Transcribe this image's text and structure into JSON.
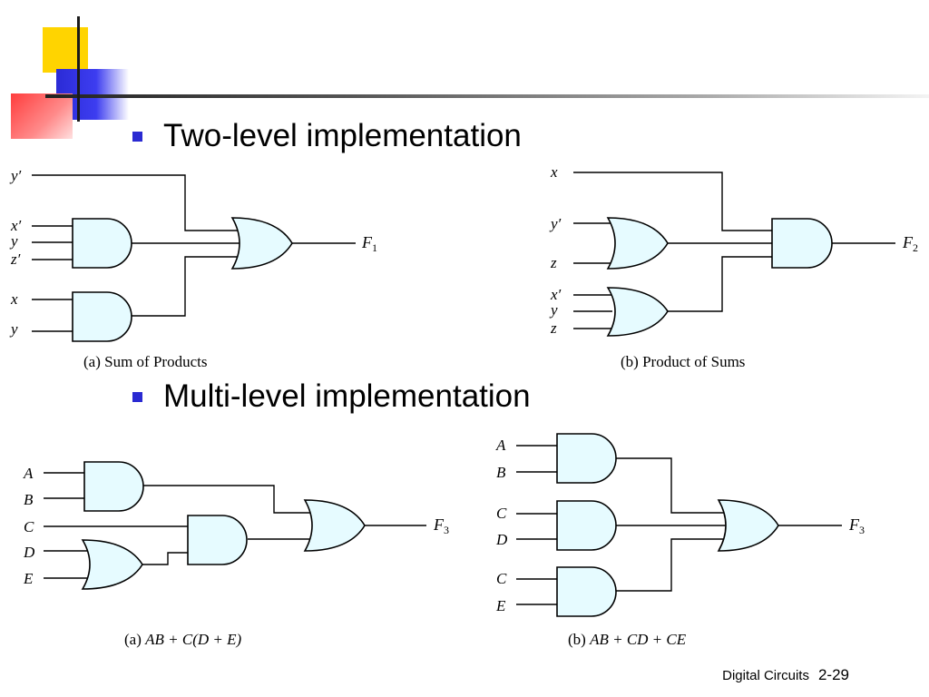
{
  "bullets": [
    "Two-level implementation",
    "Multi-level implementation"
  ],
  "diagram_a": {
    "inputs": [
      "y′",
      "x′",
      "y",
      "z′",
      "x",
      "y"
    ],
    "output": "F",
    "output_sub": "1",
    "caption": "(a) Sum of Products"
  },
  "diagram_b": {
    "inputs": [
      "x",
      "y′",
      "z",
      "x′",
      "y",
      "z"
    ],
    "output": "F",
    "output_sub": "2",
    "caption": "(b) Product of Sums"
  },
  "diagram_c": {
    "inputs": [
      "A",
      "B",
      "C",
      "D",
      "E"
    ],
    "output": "F",
    "output_sub": "3",
    "caption_prefix": "(a) ",
    "caption_expr": "AB + C(D + E)"
  },
  "diagram_d": {
    "inputs": [
      "A",
      "B",
      "C",
      "D",
      "C",
      "E"
    ],
    "output": "F",
    "output_sub": "3",
    "caption_prefix": "(b) ",
    "caption_expr": "AB + CD + CE"
  },
  "footer": {
    "title": "Digital Circuits",
    "page": "2-29"
  },
  "colors": {
    "gate_fill": "#e6fbff",
    "bullet": "#2a2ad2",
    "accent_yellow": "#ffd400",
    "accent_blue": "#2b2bd6",
    "accent_red": "#ff3d3d"
  }
}
